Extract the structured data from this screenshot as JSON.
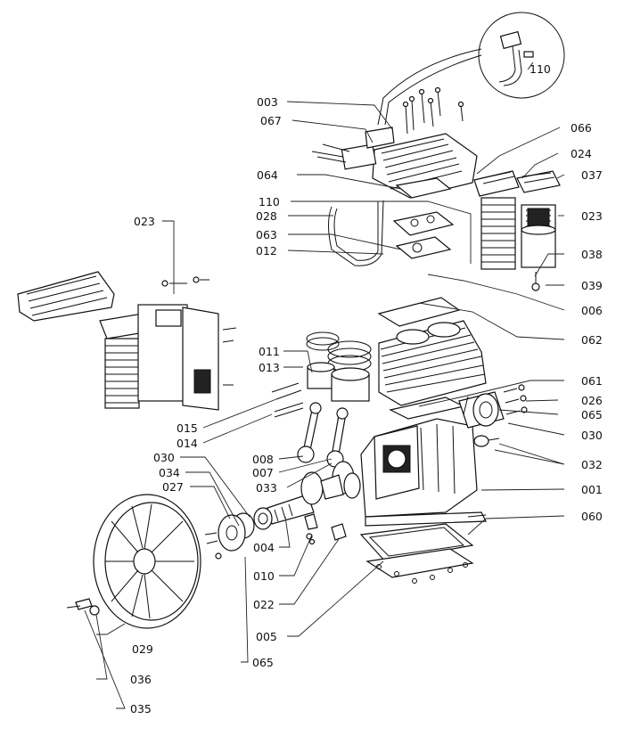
{
  "diagram": {
    "type": "exploded parts diagram",
    "subject": "air compressor pump",
    "callouts": {
      "c003": "003",
      "c067": "067",
      "c064": "064",
      "c110a": "110",
      "c028": "028",
      "c063": "063",
      "c012": "012",
      "c023a": "023",
      "c011": "011",
      "c013": "013",
      "c015": "015",
      "c014": "014",
      "c008": "008",
      "c007": "007",
      "c033": "033",
      "c030a": "030",
      "c034": "034",
      "c027": "027",
      "c004": "004",
      "c010": "010",
      "c022": "022",
      "c005": "005",
      "c029": "029",
      "c036": "036",
      "c035": "035",
      "c065a": "065",
      "c110b": "110",
      "c066": "066",
      "c024": "024",
      "c037": "037",
      "c023b": "023",
      "c038": "038",
      "c039": "039",
      "c006": "006",
      "c062": "062",
      "c061": "061",
      "c026": "026",
      "c065b": "065",
      "c030b": "030",
      "c032": "032",
      "c001": "001",
      "c060": "060"
    }
  }
}
